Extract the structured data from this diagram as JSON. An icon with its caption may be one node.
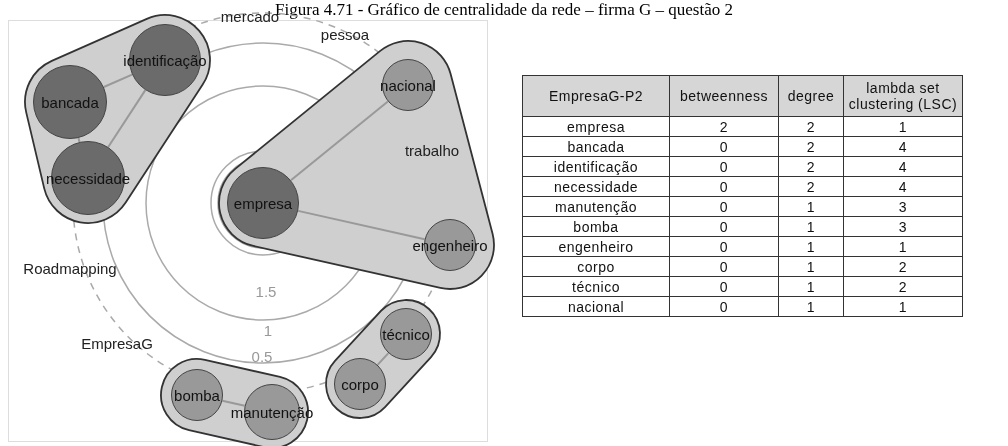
{
  "diagram": {
    "title": "Figura 4.71 - Gráfico de centralidade da rede – firma G – questão 2",
    "nodes": [
      {
        "text": [],
        "shape": "hull"
      },
      {
        "text": [
          "identificação"
        ],
        "in": 0
      },
      {
        "text": [
          "bancada"
        ],
        "in": 0
      },
      {
        "text": [
          "necessidade"
        ],
        "in": 0
      },
      {
        "text": [],
        "shape": "hull"
      },
      {
        "text": [
          "nacional"
        ],
        "in": 4
      },
      {
        "text": [
          "empresa"
        ],
        "in": 4
      },
      {
        "text": [
          "engenheiro"
        ],
        "in": 4
      },
      {
        "text": [],
        "shape": "hull"
      },
      {
        "text": [
          "técnico"
        ],
        "in": 8
      },
      {
        "text": [
          "corpo"
        ],
        "in": 8
      },
      {
        "text": [],
        "shape": "hull"
      },
      {
        "text": [
          "bomba"
        ],
        "in": 11
      },
      {
        "text": [
          "manutenção"
        ],
        "in": 11
      }
    ],
    "edges": [
      {
        "from": 2,
        "to": 1,
        "arrow": "none"
      },
      {
        "from": 2,
        "to": 3,
        "arrow": "none"
      },
      {
        "from": 1,
        "to": 3,
        "arrow": "none"
      },
      {
        "from": 6,
        "to": 5,
        "arrow": "none"
      },
      {
        "from": 6,
        "to": 7,
        "arrow": "none"
      },
      {
        "from": 9,
        "to": 10,
        "arrow": "none"
      },
      {
        "from": 12,
        "to": 13,
        "arrow": "none"
      }
    ],
    "labels": [
      "mercado",
      "pessoa",
      "trabalho",
      "Roadmapping",
      "1.5",
      "1",
      "EmpresaG",
      "0.5",
      "EmpresaG-P2",
      "betweenness",
      "degree",
      "lambda set clustering (LSC)",
      "empresa",
      "2",
      "2",
      "1",
      "bancada",
      "0",
      "2",
      "4",
      "identificação",
      "0",
      "2",
      "4",
      "necessidade",
      "0",
      "2",
      "4",
      "manutenção",
      "0",
      "1",
      "3",
      "bomba",
      "0",
      "1",
      "3",
      "engenheiro",
      "0",
      "1",
      "1",
      "corpo",
      "0",
      "1",
      "2",
      "técnico",
      "0",
      "1",
      "2",
      "nacional",
      "0",
      "1",
      "1"
    ]
  }
}
